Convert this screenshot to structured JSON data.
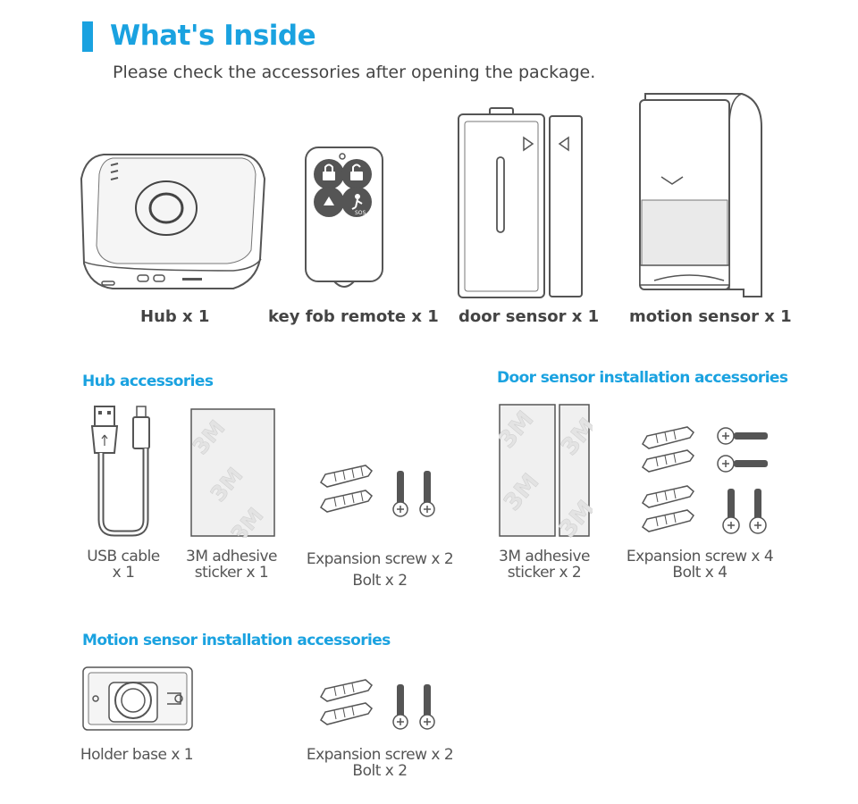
{
  "header": {
    "title": "What's Inside",
    "subtitle": "Please check the accessories after opening the package."
  },
  "main_items": [
    {
      "label": "Hub x 1"
    },
    {
      "label": "key fob remote x 1"
    },
    {
      "label": "door sensor x 1"
    },
    {
      "label": "motion sensor x 1"
    }
  ],
  "keyfob": {
    "sos_label": "SOS"
  },
  "hub_accessories": {
    "heading": "Hub accessories",
    "usb_cable": {
      "line1": "USB cable",
      "line2": "x 1"
    },
    "sticker": {
      "line1": "3M adhesive",
      "line2": "sticker x 1",
      "mark": "3M"
    },
    "screws": {
      "line1": "Expansion screw x 2",
      "line2": "Bolt x 2"
    }
  },
  "door_accessories": {
    "heading": "Door sensor  installation accessories",
    "sticker": {
      "line1": "3M adhesive",
      "line2": "sticker x 2",
      "mark": "3M"
    },
    "screws": {
      "line1": "Expansion screw x 4",
      "line2": "Bolt x 4"
    }
  },
  "motion_accessories": {
    "heading": "Motion sensor installation accessories",
    "holder": {
      "line1": "Holder base x 1"
    },
    "screws": {
      "line1": "Expansion screw x 2",
      "line2": "Bolt x 2"
    }
  }
}
